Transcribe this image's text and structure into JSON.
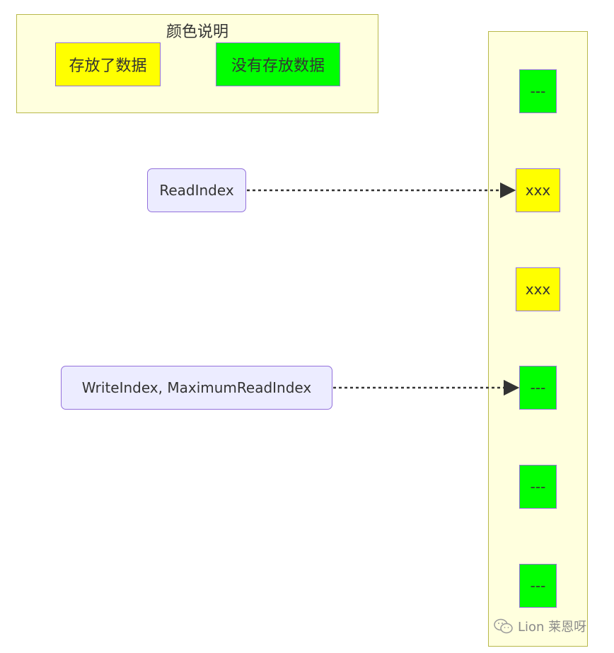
{
  "legend": {
    "title": "颜色说明",
    "items": [
      {
        "label": "存放了数据",
        "color": "#ffff00"
      },
      {
        "label": "没有存放数据",
        "color": "#00ff00"
      }
    ]
  },
  "buffer": {
    "cells": [
      {
        "label": "---",
        "state": "empty",
        "color": "#00ff00"
      },
      {
        "label": "xxx",
        "state": "filled",
        "color": "#ffff00"
      },
      {
        "label": "xxx",
        "state": "filled",
        "color": "#ffff00"
      },
      {
        "label": "---",
        "state": "empty",
        "color": "#00ff00"
      },
      {
        "label": "---",
        "state": "empty",
        "color": "#00ff00"
      },
      {
        "label": "---",
        "state": "empty",
        "color": "#00ff00"
      }
    ]
  },
  "pointers": [
    {
      "label": "ReadIndex",
      "target_cell": 1
    },
    {
      "label": "WriteIndex, MaximumReadIndex",
      "target_cell": 3
    }
  ],
  "watermark": {
    "icon": "wechat-icon",
    "text": "Lion 莱恩呀"
  },
  "colors": {
    "cluster_fill": "#ffffde",
    "cluster_border": "#b8b84a",
    "node_fill": "#ececff",
    "node_border": "#9370db",
    "edge": "#333333"
  }
}
